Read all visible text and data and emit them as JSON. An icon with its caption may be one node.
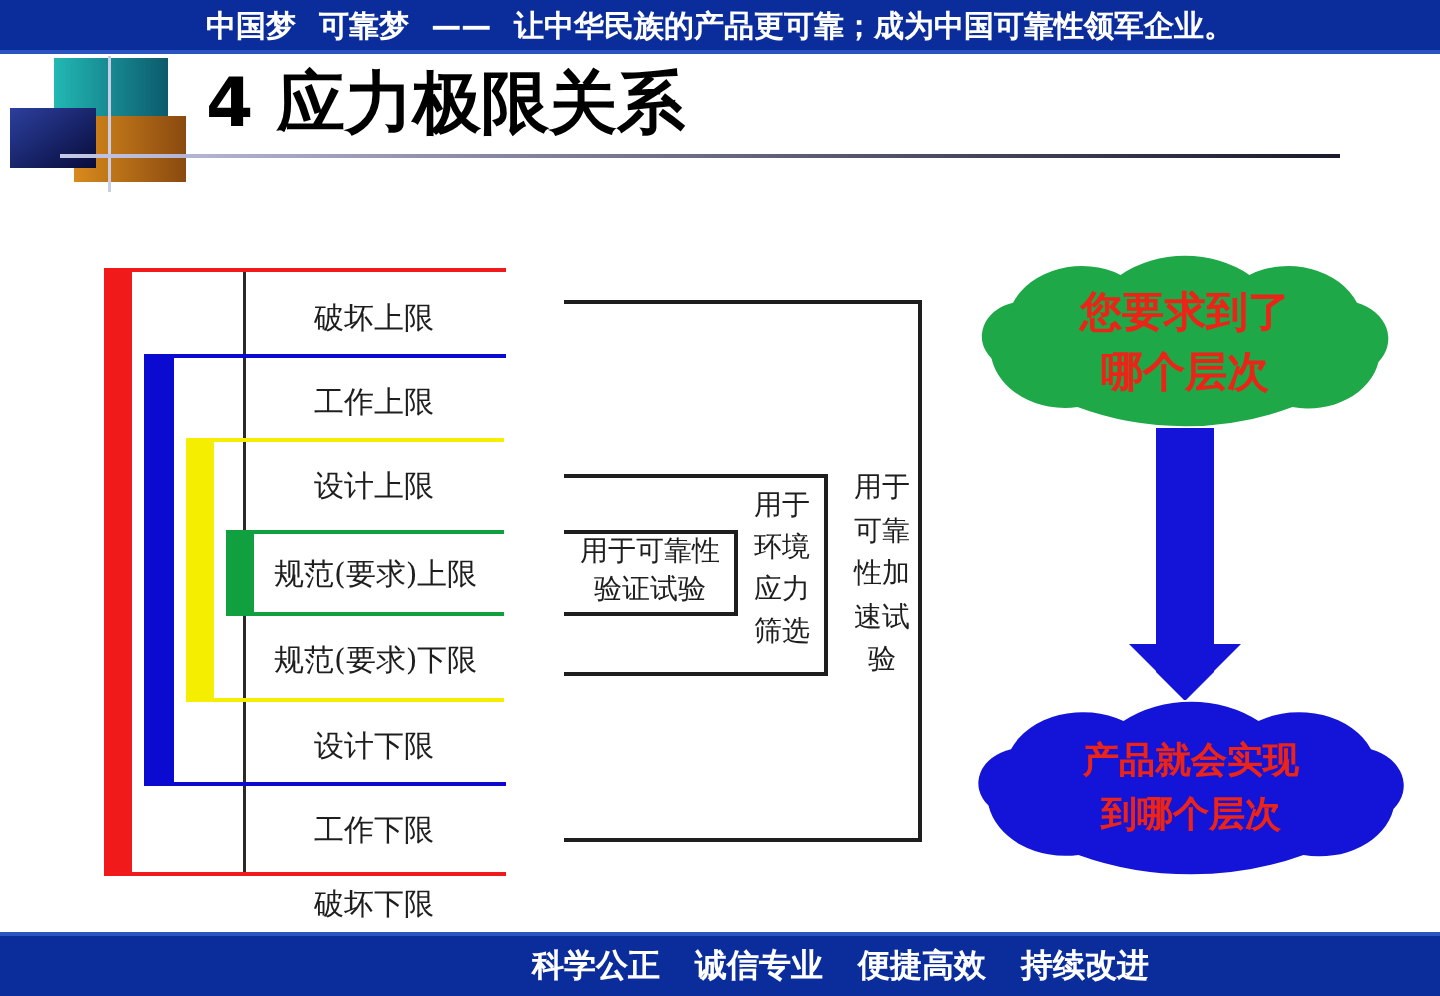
{
  "diagram": {
    "title": "4 应力极限关系",
    "nodes": [
      {
        "text": [
          "用于可靠性加速试验"
        ]
      },
      {
        "text": [
          "用于环境应力筛选"
        ],
        "in": 0
      },
      {
        "text": [
          "用于可靠性验证试验"
        ],
        "in": 1
      },
      {
        "text": [
          "您要求到了哪个层次"
        ]
      },
      {
        "text": [
          "产品就会实现到哪个层次"
        ]
      }
    ],
    "edges": [
      {
        "from": 3,
        "to": 4,
        "arrow": "to",
        "color": "#1414d8"
      }
    ],
    "labels": [
      "中国梦 可靠梦 —— 让中华民族的产品更可靠；成为中国可靠性领军企业。",
      "破坏上限",
      "工作上限",
      "设计上限",
      "规范(要求)上限",
      "规范(要求)下限",
      "设计下限",
      "工作下限",
      "破坏下限",
      "科学公正 诚信专业 便捷高效 持续改进"
    ]
  }
}
